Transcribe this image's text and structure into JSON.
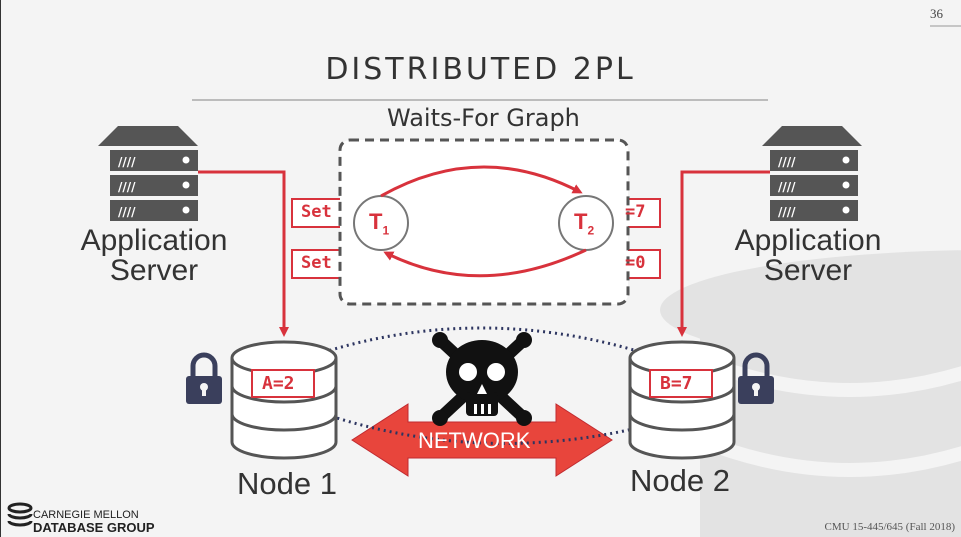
{
  "slide": {
    "page_number": "36",
    "title": "DISTRIBUTED 2PL",
    "footer": "CMU 15-445/645 (Fall 2018)"
  },
  "logo": {
    "line1": "CARNEGIE MELLON",
    "line2": "DATABASE GROUP",
    "icon": "database-stack-logo-icon"
  },
  "graph": {
    "label": "Waits-For Graph",
    "nodes": [
      {
        "name": "T",
        "sub": "1"
      },
      {
        "name": "T",
        "sub": "2"
      }
    ]
  },
  "left_server": {
    "label_line1": "Application",
    "label_line2": "Server",
    "icon": "server-rack-icon",
    "requests": [
      "Set",
      "Set"
    ]
  },
  "right_server": {
    "label_line1": "Application",
    "label_line2": "Server",
    "icon": "server-rack-icon",
    "requests": [
      "=7",
      "=0"
    ]
  },
  "node1": {
    "label": "Node 1",
    "value": "A=2",
    "icon": "lock-icon"
  },
  "node2": {
    "label": "Node 2",
    "value": "B=7",
    "icon": "lock-icon"
  },
  "network": {
    "label": "NETWORK",
    "icon": "skull-crossbones-icon"
  },
  "colors": {
    "accent": "#d8323c",
    "dark": "#333333",
    "dotted": "#2d3560",
    "lock": "#3a3f5c"
  }
}
